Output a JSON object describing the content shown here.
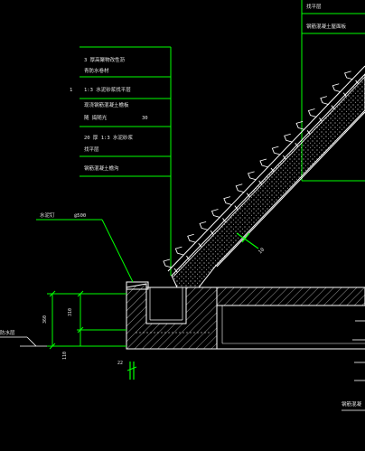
{
  "title": "",
  "colors": {
    "background": "#000000",
    "leader": "#00ff00",
    "structure": "#ffffff",
    "hatch": "#bfbfbf",
    "text": "#e6e6e6"
  },
  "callout_stack": {
    "lines": [
      "3 厚高聚物改性沥",
      "青防水卷材",
      "1:3 水泥砂浆找平层",
      "现浇钢筋混凝土檐板",
      "随 捣随光",
      "20 厚 1:3 水泥砂浆",
      "找平层",
      "钢筋混凝土檐沟"
    ],
    "trailing_value": "30",
    "left_mark": "1"
  },
  "top_right_notes": [
    "找平层",
    "钢筋混凝土屋面板"
  ],
  "left_callout": {
    "label": "水泥钉",
    "value": "@500"
  },
  "slope_dimension": "10",
  "dimensions": {
    "outer_height": "360",
    "inner_height": "310",
    "depth": "110",
    "bottom_label": "22"
  },
  "right_edge_labels": [
    "",
    "",
    "",
    "",
    "钢筋混凝"
  ],
  "left_edge_label": "防水层"
}
